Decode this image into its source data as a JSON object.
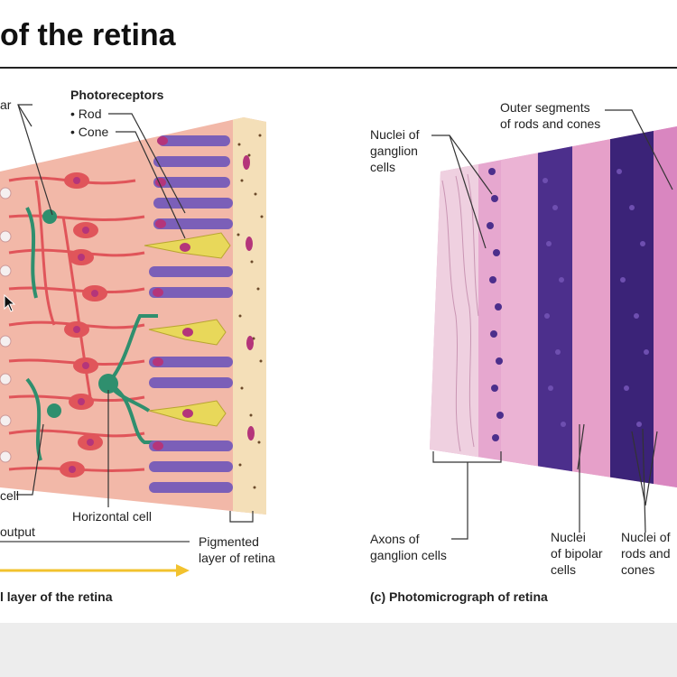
{
  "title": "of the retina",
  "left_panel": {
    "photoreceptors_heading": "Photoreceptors",
    "rod_label": "• Rod",
    "cone_label": "• Cone",
    "bipolar_label": "ar",
    "cell_label": "cell",
    "horizontal_cell_label": "Horizontal cell",
    "output_label": "output",
    "pigmented_line1": "Pigmented",
    "pigmented_line2": "layer of retina",
    "caption": "l layer of the retina"
  },
  "right_panel": {
    "outer_segments_line1": "Outer segments",
    "outer_segments_line2": "of rods and cones",
    "ganglion_nuclei_line1": "Nuclei of",
    "ganglion_nuclei_line2": "ganglion",
    "ganglion_nuclei_line3": "cells",
    "axons_line1": "Axons of",
    "axons_line2": "ganglion cells",
    "bipolar_nuclei_line1": "Nuclei",
    "bipolar_nuclei_line2": "of bipolar",
    "bipolar_nuclei_line3": "cells",
    "rods_nuclei_line1": "Nuclei of",
    "rods_nuclei_line2": "rods and",
    "rods_nuclei_line3": "cones",
    "caption": "(c) Photomicrograph of retina"
  },
  "colors": {
    "tissue_background": "#f2b8a8",
    "neuron": "#e0555a",
    "rod": "#7b5fb8",
    "cone": "#e8d85a",
    "horizontal_cell": "#2f8f6e",
    "pigment_layer": "#f4dfb8",
    "output_arrow": "#f2c22e",
    "histology_pink": "#e6a7cf",
    "histology_nuclei": "#3b2378"
  }
}
